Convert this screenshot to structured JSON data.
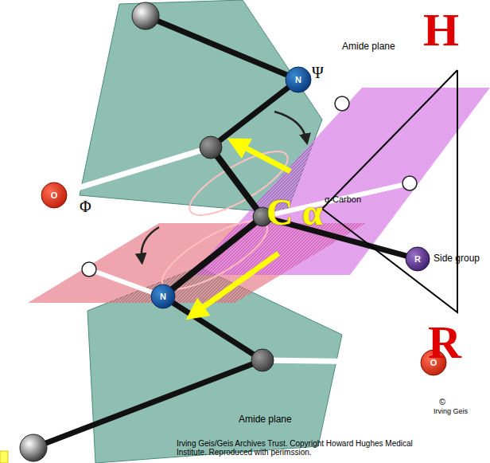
{
  "diagram": {
    "labels": [
      "Amide plane",
      "O",
      "N",
      "Ψ",
      "Φ",
      "α-Carbon",
      "H",
      "C α",
      "Side group",
      "R",
      "R",
      "N",
      "O",
      "Amide plane",
      "©",
      "Irving Geis",
      "Irving Geis/Geis Archives Trust. Copyright Howard Hughes Medical Institute. Reproduced with perimssion."
    ]
  }
}
